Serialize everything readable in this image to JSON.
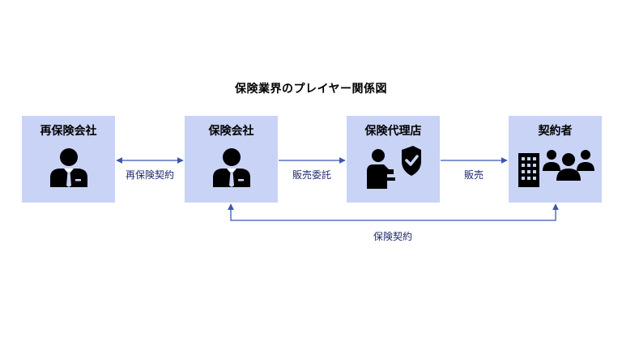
{
  "title": "保険業界のプレイヤー関係図",
  "nodes": [
    {
      "id": "reinsurer",
      "label": "再保険会社",
      "icon": "businessman-icon"
    },
    {
      "id": "insurer",
      "label": "保険会社",
      "icon": "businessman-icon"
    },
    {
      "id": "agency",
      "label": "保険代理店",
      "icon": "agent-shield-icon"
    },
    {
      "id": "policyholder",
      "label": "契約者",
      "icon": "building-people-icon"
    }
  ],
  "edges": [
    {
      "from": "reinsurer",
      "to": "insurer",
      "label": "再保険契約",
      "direction": "both"
    },
    {
      "from": "insurer",
      "to": "agency",
      "label": "販売委託",
      "direction": "forward"
    },
    {
      "from": "agency",
      "to": "policyholder",
      "label": "販売",
      "direction": "forward"
    },
    {
      "from": "insurer",
      "to": "policyholder",
      "label": "保険契約",
      "direction": "both"
    }
  ],
  "colors": {
    "box": "#c8d3f5",
    "arrow": "#3b56b0",
    "icon": "#000000"
  }
}
